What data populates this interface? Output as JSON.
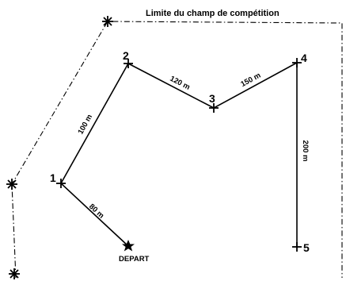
{
  "diagram": {
    "boundary_label": "Limite du champ de compétition",
    "start_label": "DEPART",
    "points": [
      "1",
      "2",
      "3",
      "4",
      "5"
    ],
    "legs": [
      {
        "from": "DEPART",
        "to": "1",
        "label": "80 m"
      },
      {
        "from": "1",
        "to": "2",
        "label": "100 m"
      },
      {
        "from": "2",
        "to": "3",
        "label": "120 m"
      },
      {
        "from": "3",
        "to": "4",
        "label": "150 m"
      },
      {
        "from": "4",
        "to": "5",
        "label": "200 m"
      }
    ]
  }
}
